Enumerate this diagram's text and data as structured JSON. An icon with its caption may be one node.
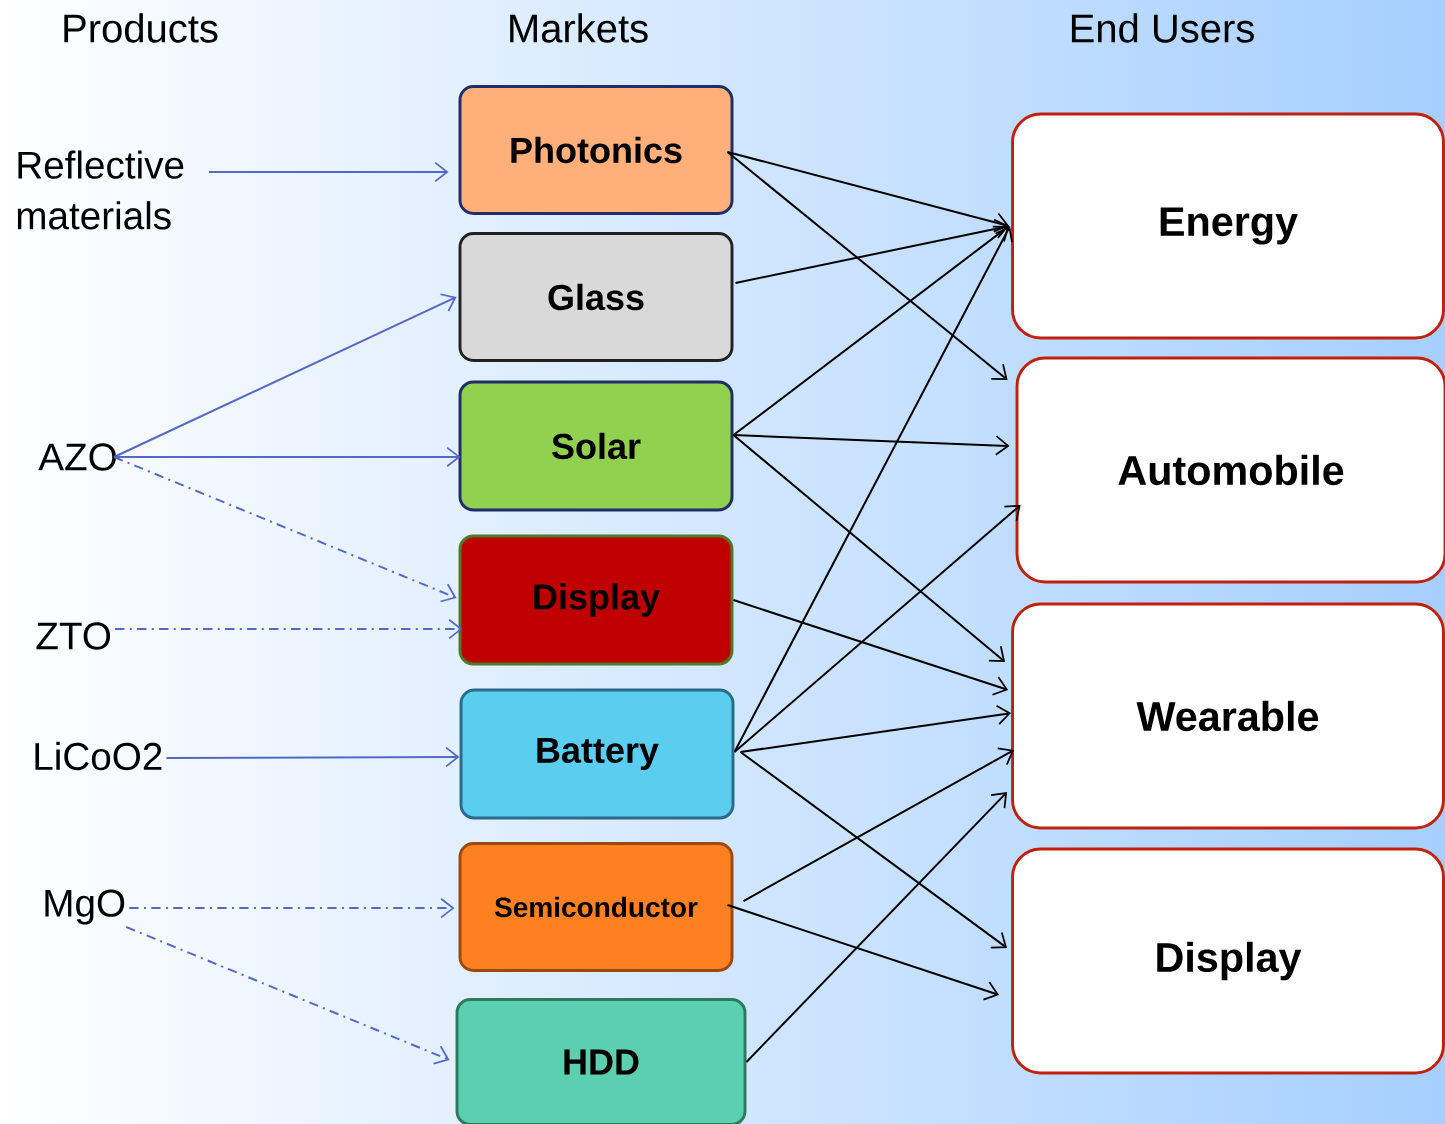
{
  "diagram": {
    "nodes": [
      {
        "text": [
          "Reflective materials"
        ]
      },
      {
        "text": [
          "AZO"
        ]
      },
      {
        "text": [
          "ZTO"
        ]
      },
      {
        "text": [
          "LiCoO2"
        ]
      },
      {
        "text": [
          "MgO"
        ]
      },
      {
        "text": [
          "Photonics"
        ]
      },
      {
        "text": [
          "Glass"
        ]
      },
      {
        "text": [
          "Solar"
        ]
      },
      {
        "text": [
          "Display"
        ]
      },
      {
        "text": [
          "Battery"
        ]
      },
      {
        "text": [
          "Semiconductor"
        ]
      },
      {
        "text": [
          "HDD"
        ]
      },
      {
        "text": [
          "Energy"
        ]
      },
      {
        "text": [
          "Automobile"
        ]
      },
      {
        "text": [
          "Wearable"
        ]
      },
      {
        "text": [
          "Display"
        ]
      }
    ],
    "edges": [
      {
        "from": 0,
        "to": 5,
        "arrow": "to",
        "color": "#5468c8"
      },
      {
        "from": 1,
        "to": 6,
        "arrow": "to",
        "color": "#5468c8"
      },
      {
        "from": 1,
        "to": 7,
        "arrow": "to",
        "color": "#5468c8"
      },
      {
        "from": 1,
        "to": 8,
        "arrow": "to",
        "style": "dashed",
        "color": "#5468c8"
      },
      {
        "from": 2,
        "to": 8,
        "arrow": "to",
        "style": "dashed",
        "color": "#5468c8"
      },
      {
        "from": 3,
        "to": 9,
        "arrow": "to",
        "color": "#5468c8"
      },
      {
        "from": 4,
        "to": 10,
        "arrow": "to",
        "style": "dashed",
        "color": "#5468c8"
      },
      {
        "from": 4,
        "to": 11,
        "arrow": "to",
        "style": "dashed",
        "color": "#5468c8"
      },
      {
        "from": 5,
        "to": 12,
        "arrow": "to"
      },
      {
        "from": 5,
        "to": 13,
        "arrow": "to"
      },
      {
        "from": 6,
        "to": 12,
        "arrow": "to"
      },
      {
        "from": 7,
        "to": 12,
        "arrow": "to"
      },
      {
        "from": 7,
        "to": 13,
        "arrow": "to"
      },
      {
        "from": 7,
        "to": 14,
        "arrow": "to"
      },
      {
        "from": 8,
        "to": 14,
        "arrow": "to"
      },
      {
        "from": 9,
        "to": 12,
        "arrow": "to"
      },
      {
        "from": 9,
        "to": 13,
        "arrow": "to"
      },
      {
        "from": 9,
        "to": 14,
        "arrow": "to"
      },
      {
        "from": 9,
        "to": 15,
        "arrow": "to"
      },
      {
        "from": 10,
        "to": 14,
        "arrow": "to"
      },
      {
        "from": 10,
        "to": 15,
        "arrow": "to"
      },
      {
        "from": 11,
        "to": 14,
        "arrow": "to"
      }
    ],
    "labels": [
      "Products",
      "Markets",
      "End Users"
    ]
  }
}
